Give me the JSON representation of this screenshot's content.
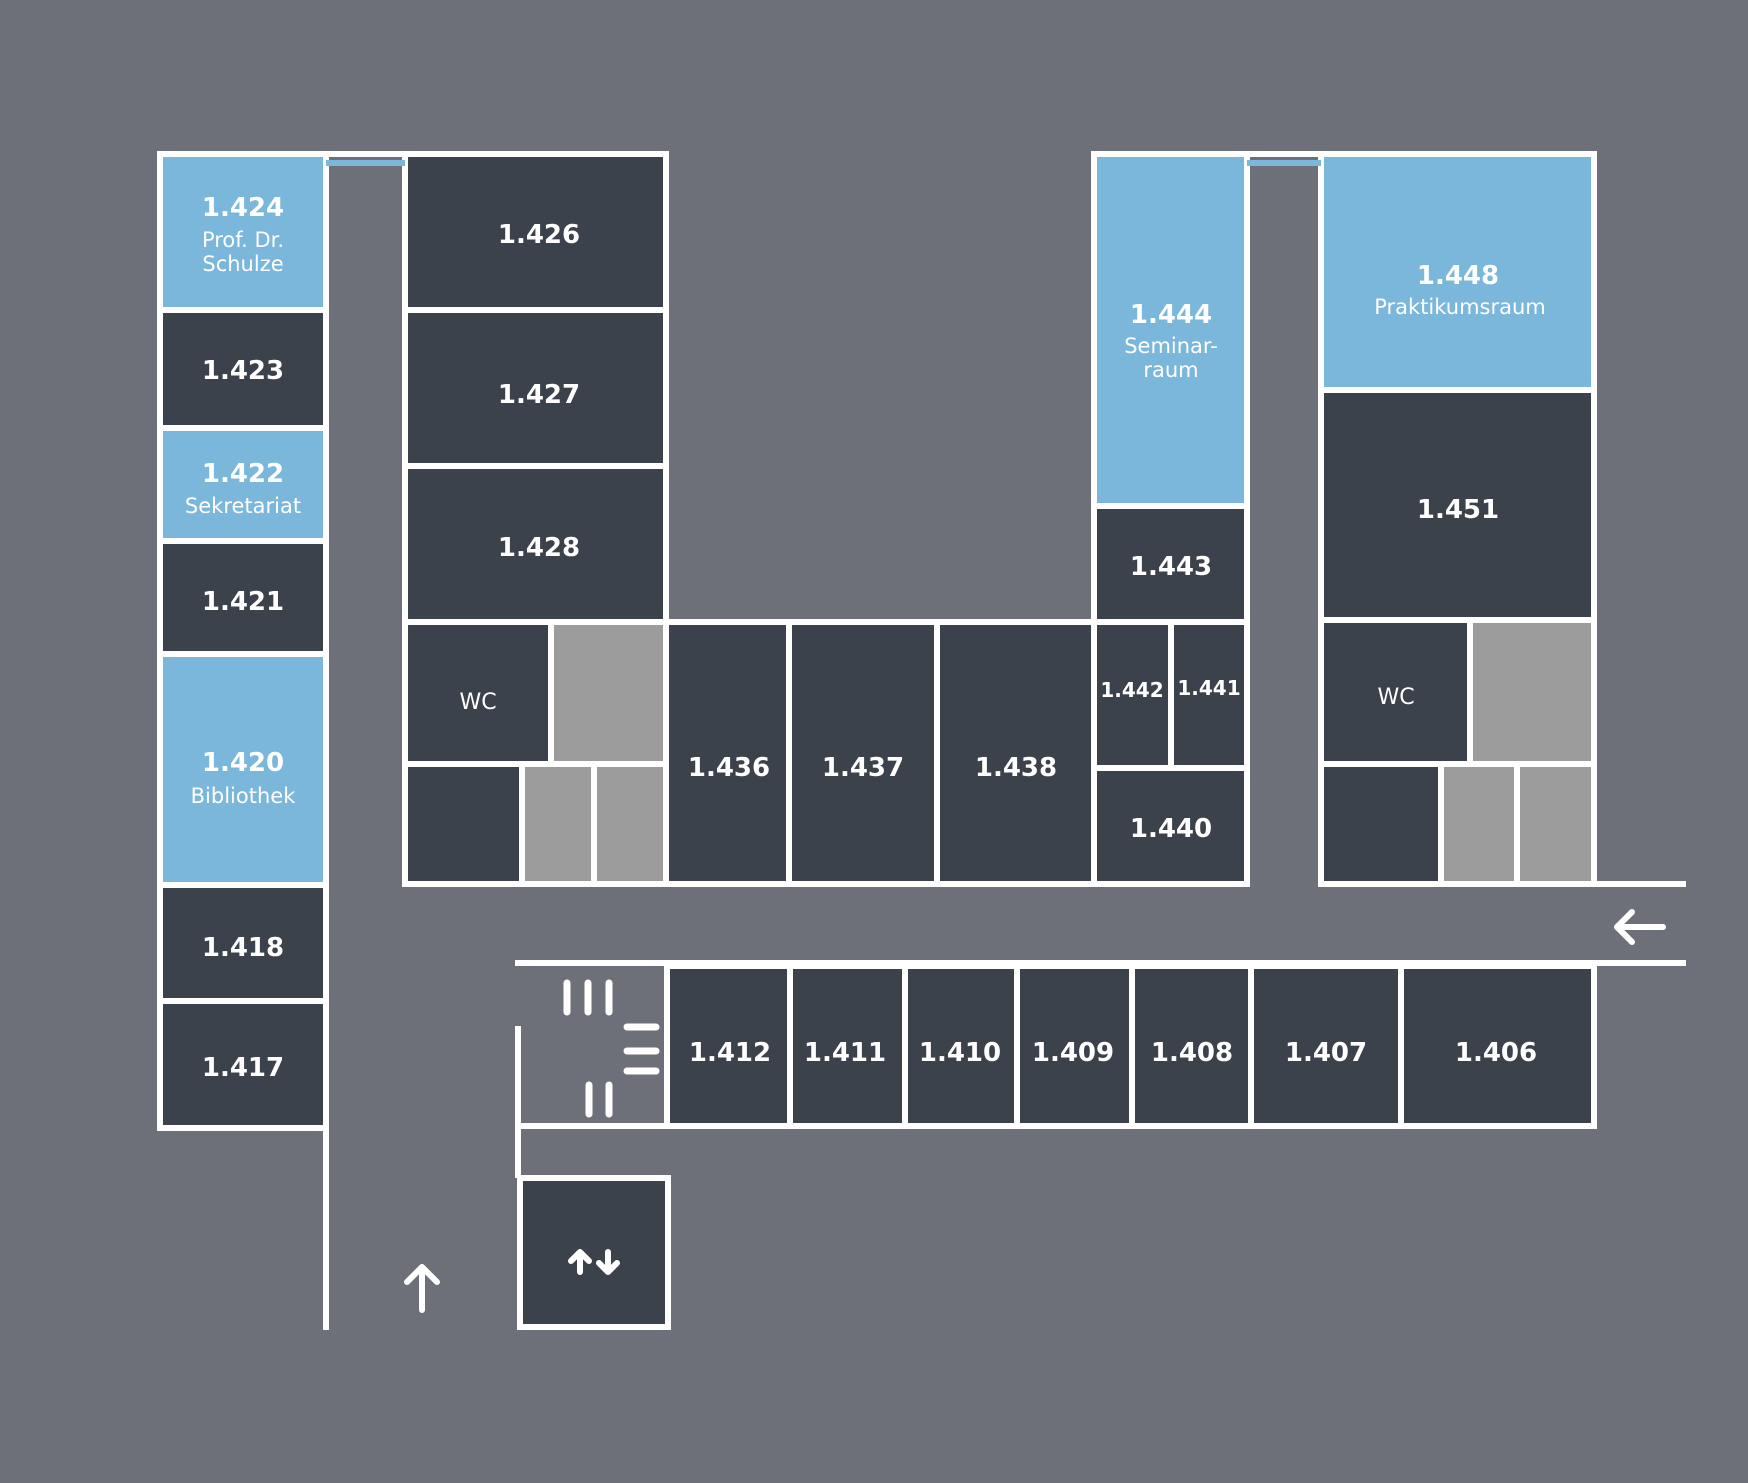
{
  "colors": {
    "background": "#6d7079",
    "room_dark": "#3c424b",
    "room_highlight": "#7ab7db",
    "room_service": "#9c9c9c",
    "walls": "#ffffff"
  },
  "rooms": {
    "r1424": {
      "number": "1.424",
      "name_line1": "Prof. Dr.",
      "name_line2": "Schulze"
    },
    "r1423": {
      "number": "1.423"
    },
    "r1422": {
      "number": "1.422",
      "name": "Sekretariat"
    },
    "r1421": {
      "number": "1.421"
    },
    "r1420": {
      "number": "1.420",
      "name": "Bibliothek"
    },
    "r1418": {
      "number": "1.418"
    },
    "r1417": {
      "number": "1.417"
    },
    "r1426": {
      "number": "1.426"
    },
    "r1427": {
      "number": "1.427"
    },
    "r1428": {
      "number": "1.428"
    },
    "r1436": {
      "number": "1.436"
    },
    "r1437": {
      "number": "1.437"
    },
    "r1438": {
      "number": "1.438"
    },
    "r1444": {
      "number": "1.444",
      "name_line1": "Seminar-",
      "name_line2": "raum"
    },
    "r1443": {
      "number": "1.443"
    },
    "r1442": {
      "number": "1.442"
    },
    "r1441": {
      "number": "1.441"
    },
    "r1440": {
      "number": "1.440"
    },
    "r1448": {
      "number": "1.448",
      "name": "Praktikumsraum"
    },
    "r1451": {
      "number": "1.451"
    },
    "r1412": {
      "number": "1.412"
    },
    "r1411": {
      "number": "1.411"
    },
    "r1410": {
      "number": "1.410"
    },
    "r1409": {
      "number": "1.409"
    },
    "r1408": {
      "number": "1.408"
    },
    "r1407": {
      "number": "1.407"
    },
    "r1406": {
      "number": "1.406"
    }
  },
  "wc_left": "WC",
  "wc_right": "WC",
  "icons": {
    "elevator": "up-down-arrows-icon",
    "stairs": "stairs-icon",
    "entrance_arrow": "arrow-left-icon",
    "corridor_arrow": "arrow-up-icon"
  }
}
